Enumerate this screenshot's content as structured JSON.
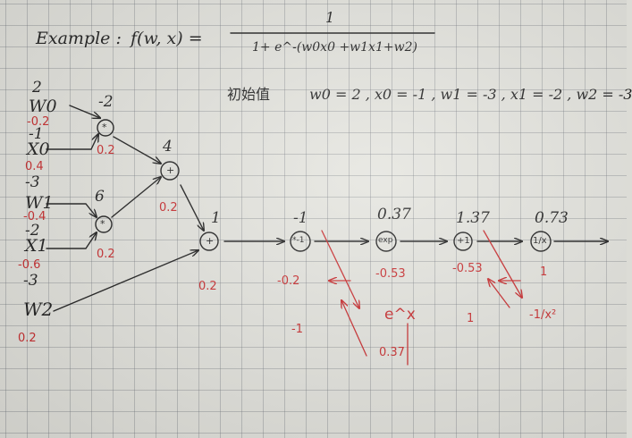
{
  "header": {
    "example_label": "Example :",
    "func": "f(w, x) =",
    "numerator": "1",
    "denominator": "1+ e^-(w0x0 +w1x1+w2)"
  },
  "init": {
    "label": "初始值",
    "values": "w0 = 2 , x0 = -1 , w1 = -3 , x1 = -2 , w2 = -3"
  },
  "inputs": [
    {
      "name": "W0",
      "value": "2",
      "grad": "-0.2"
    },
    {
      "name": "X0",
      "value": "-1",
      "grad": "0.4"
    },
    {
      "name": "W1",
      "value": "-3",
      "grad": "-0.4"
    },
    {
      "name": "X1",
      "value": "-2",
      "grad": "-0.6"
    },
    {
      "name": "W2",
      "value": "-3",
      "grad": "0.2"
    }
  ],
  "nodes": [
    {
      "op": "*",
      "value": "-2",
      "grad": "0.2"
    },
    {
      "op": "*",
      "value": "6",
      "grad": "0.2"
    },
    {
      "op": "+",
      "value": "4",
      "grad": "0.2"
    },
    {
      "op": "+",
      "value": "1",
      "grad": "0.2"
    },
    {
      "op": "*-1",
      "value": "-1",
      "grad": "-0.2"
    },
    {
      "op": "exp",
      "value": "0.37",
      "grad": "-0.53"
    },
    {
      "op": "+1",
      "value": "1.37",
      "grad": "-0.53"
    },
    {
      "op": "1/x",
      "value": "0.73",
      "grad": "1"
    }
  ],
  "annotations": {
    "exp_deriv": "e^x",
    "exp_val": "0.37",
    "neg_one": "-1",
    "one": "1",
    "recip_deriv": "-1/x²"
  }
}
